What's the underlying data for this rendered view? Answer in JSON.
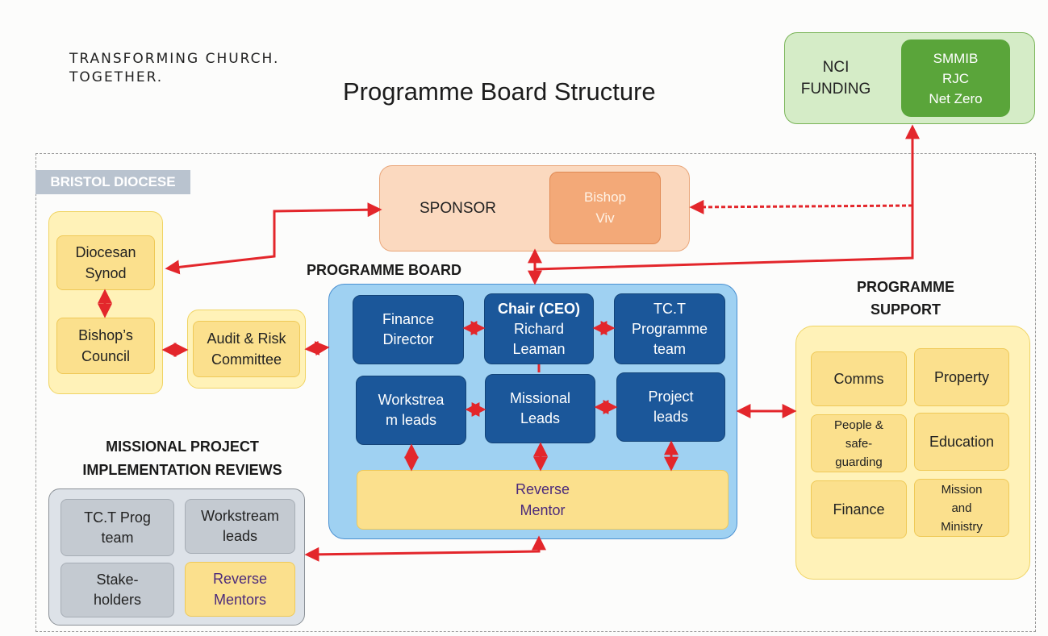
{
  "logo": {
    "line1": "TRANSFORMING CHURCH.",
    "line2": "TOGETHER."
  },
  "title": "Programme Board Structure",
  "nci": {
    "label_line1": "NCI",
    "label_line2": "FUNDING",
    "items": [
      "SMMIB",
      "RJC",
      "Net Zero"
    ]
  },
  "diocese_tag": "BRISTOL DIOCESE",
  "sponsor": {
    "label": "SPONSOR",
    "line1": "Bishop",
    "line2": "Viv"
  },
  "synod": {
    "line1": "Diocesan",
    "line2": "Synod"
  },
  "bishops_council": {
    "line1": "Bishop’s",
    "line2": "Council"
  },
  "audit": {
    "line1": "Audit & Risk",
    "line2": "Committee"
  },
  "programme_board": {
    "heading": "PROGRAMME BOARD",
    "finance_director": {
      "line1": "Finance",
      "line2": "Director"
    },
    "chair": {
      "line1": "Chair (CEO)",
      "line2": "Richard",
      "line3": "Leaman"
    },
    "tct_team": {
      "line1": "TC.T",
      "line2": "Programme",
      "line3": "team"
    },
    "workstream": {
      "line1": "Workstrea",
      "line2": "m leads"
    },
    "missional": {
      "line1": "Missional",
      "line2": "Leads"
    },
    "project": {
      "line1": "Project",
      "line2": "leads"
    },
    "reverse_mentor": {
      "line1": "Reverse",
      "line2": "Mentor"
    }
  },
  "programme_support": {
    "heading_line1": "PROGRAMME",
    "heading_line2": "SUPPORT",
    "comms": "Comms",
    "property": "Property",
    "people": {
      "line1": "People &",
      "line2": "safe-",
      "line3": "guarding"
    },
    "education": "Education",
    "finance": "Finance",
    "mission": {
      "line1": "Mission",
      "line2": "and",
      "line3": "Ministry"
    }
  },
  "missional_reviews": {
    "heading_line1": "MISSIONAL PROJECT",
    "heading_line2": "IMPLEMENTATION REVIEWS",
    "tct_prog": {
      "line1": "TC.T Prog",
      "line2": "team"
    },
    "workstream": {
      "line1": "Workstream",
      "line2": "leads"
    },
    "stakeholders": {
      "line1": "Stake-",
      "line2": "holders"
    },
    "reverse_mentors": {
      "line1": "Reverse",
      "line2": "Mentors"
    }
  },
  "colors": {
    "arrow": "#e3262b",
    "board_blue": "#1b579a",
    "support_yellow": "#fbe08d",
    "nci_green": "#5aa53a",
    "sponsor_orange": "#f3a978"
  }
}
